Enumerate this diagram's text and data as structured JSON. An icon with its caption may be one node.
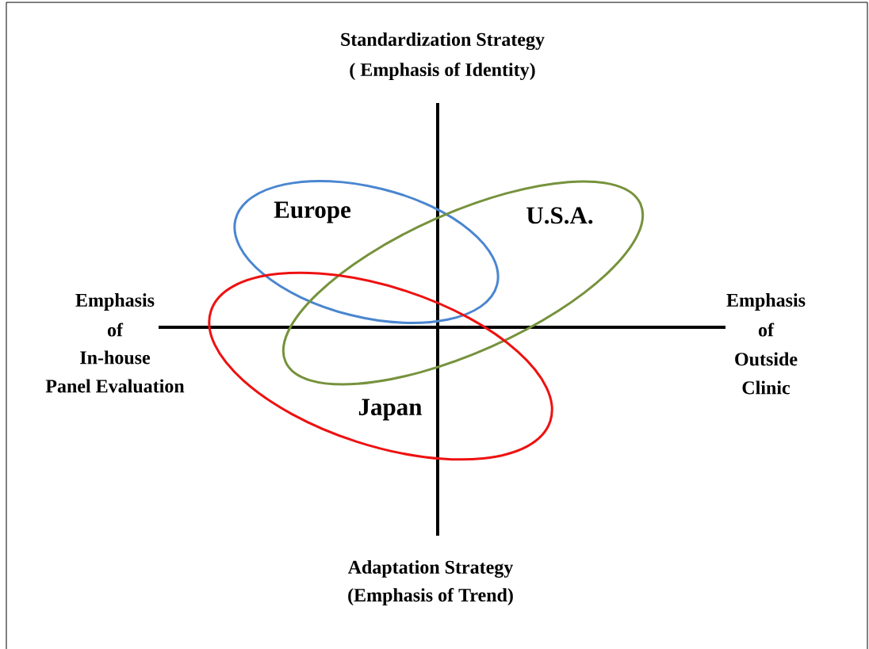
{
  "diagram": {
    "nodes": [
      {
        "text": [
          "Europe"
        ]
      },
      {
        "text": [
          "U.S.A."
        ]
      },
      {
        "text": [
          "Japan"
        ]
      }
    ],
    "labels": [
      "Standardization Strategy",
      "( Emphasis of Identity)",
      "Emphasis",
      "of",
      "In-house",
      "Panel Evaluation",
      "Emphasis",
      "of",
      "Outside",
      "Clinic",
      "Adaptation Strategy",
      "(Emphasis of Trend)"
    ]
  }
}
